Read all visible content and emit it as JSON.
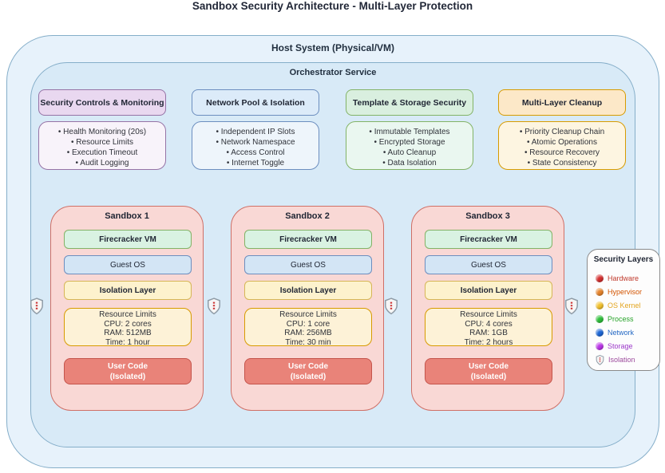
{
  "title": "Sandbox Security Architecture - Multi-Layer Protection",
  "host": {
    "label": "Host System (Physical/VM)"
  },
  "orchestrator": {
    "label": "Orchestrator Service"
  },
  "services": [
    {
      "title": "Security Controls & Monitoring",
      "items": [
        "• Health Monitoring (20s)",
        "• Resource Limits",
        "• Execution Timeout",
        "• Audit Logging"
      ]
    },
    {
      "title": "Network Pool & Isolation",
      "items": [
        "• Independent IP Slots",
        "• Network Namespace",
        "• Access Control",
        "• Internet Toggle"
      ]
    },
    {
      "title": "Template & Storage Security",
      "items": [
        "• Immutable Templates",
        "• Encrypted Storage",
        "• Auto Cleanup",
        "• Data Isolation"
      ]
    },
    {
      "title": "Multi-Layer Cleanup",
      "items": [
        "• Priority Cleanup Chain",
        "• Atomic Operations",
        "• Resource Recovery",
        "• State Consistency"
      ]
    }
  ],
  "sandboxes": [
    {
      "title": "Sandbox 1",
      "vm": "Firecracker VM",
      "os": "Guest OS",
      "isolation": "Isolation Layer",
      "resources": {
        "title": "Resource Limits",
        "cpu": "CPU: 2 cores",
        "ram": "RAM: 512MB",
        "time": "Time: 1 hour"
      },
      "user_code_line1": "User Code",
      "user_code_line2": "(Isolated)"
    },
    {
      "title": "Sandbox 2",
      "vm": "Firecracker VM",
      "os": "Guest OS",
      "isolation": "Isolation Layer",
      "resources": {
        "title": "Resource Limits",
        "cpu": "CPU: 1 core",
        "ram": "RAM: 256MB",
        "time": "Time: 30 min"
      },
      "user_code_line1": "User Code",
      "user_code_line2": "(Isolated)"
    },
    {
      "title": "Sandbox 3",
      "vm": "Firecracker VM",
      "os": "Guest OS",
      "isolation": "Isolation Layer",
      "resources": {
        "title": "Resource Limits",
        "cpu": "CPU: 4 cores",
        "ram": "RAM: 1GB",
        "time": "Time: 2 hours"
      },
      "user_code_line1": "User Code",
      "user_code_line2": "(Isolated)"
    }
  ],
  "legend": {
    "title": "Security Layers",
    "items": [
      {
        "label": "Hardware",
        "color": "#d42f2f",
        "text_color": "#c0392b",
        "icon": "dot"
      },
      {
        "label": "Hypervisor",
        "color": "#e6842c",
        "text_color": "#d35400",
        "icon": "dot"
      },
      {
        "label": "OS Kernel",
        "color": "#f2c12e",
        "text_color": "#e3a51f",
        "icon": "dot"
      },
      {
        "label": "Process",
        "color": "#2dbe3a",
        "text_color": "#27a329",
        "icon": "dot"
      },
      {
        "label": "Network",
        "color": "#1c66d6",
        "text_color": "#2468c4",
        "icon": "dot"
      },
      {
        "label": "Storage",
        "color": "#bb35e8",
        "text_color": "#9b37c9",
        "icon": "dot"
      },
      {
        "label": "Isolation",
        "color": "#cc3333",
        "text_color": "#9c4a9c",
        "icon": "shield"
      }
    ]
  }
}
